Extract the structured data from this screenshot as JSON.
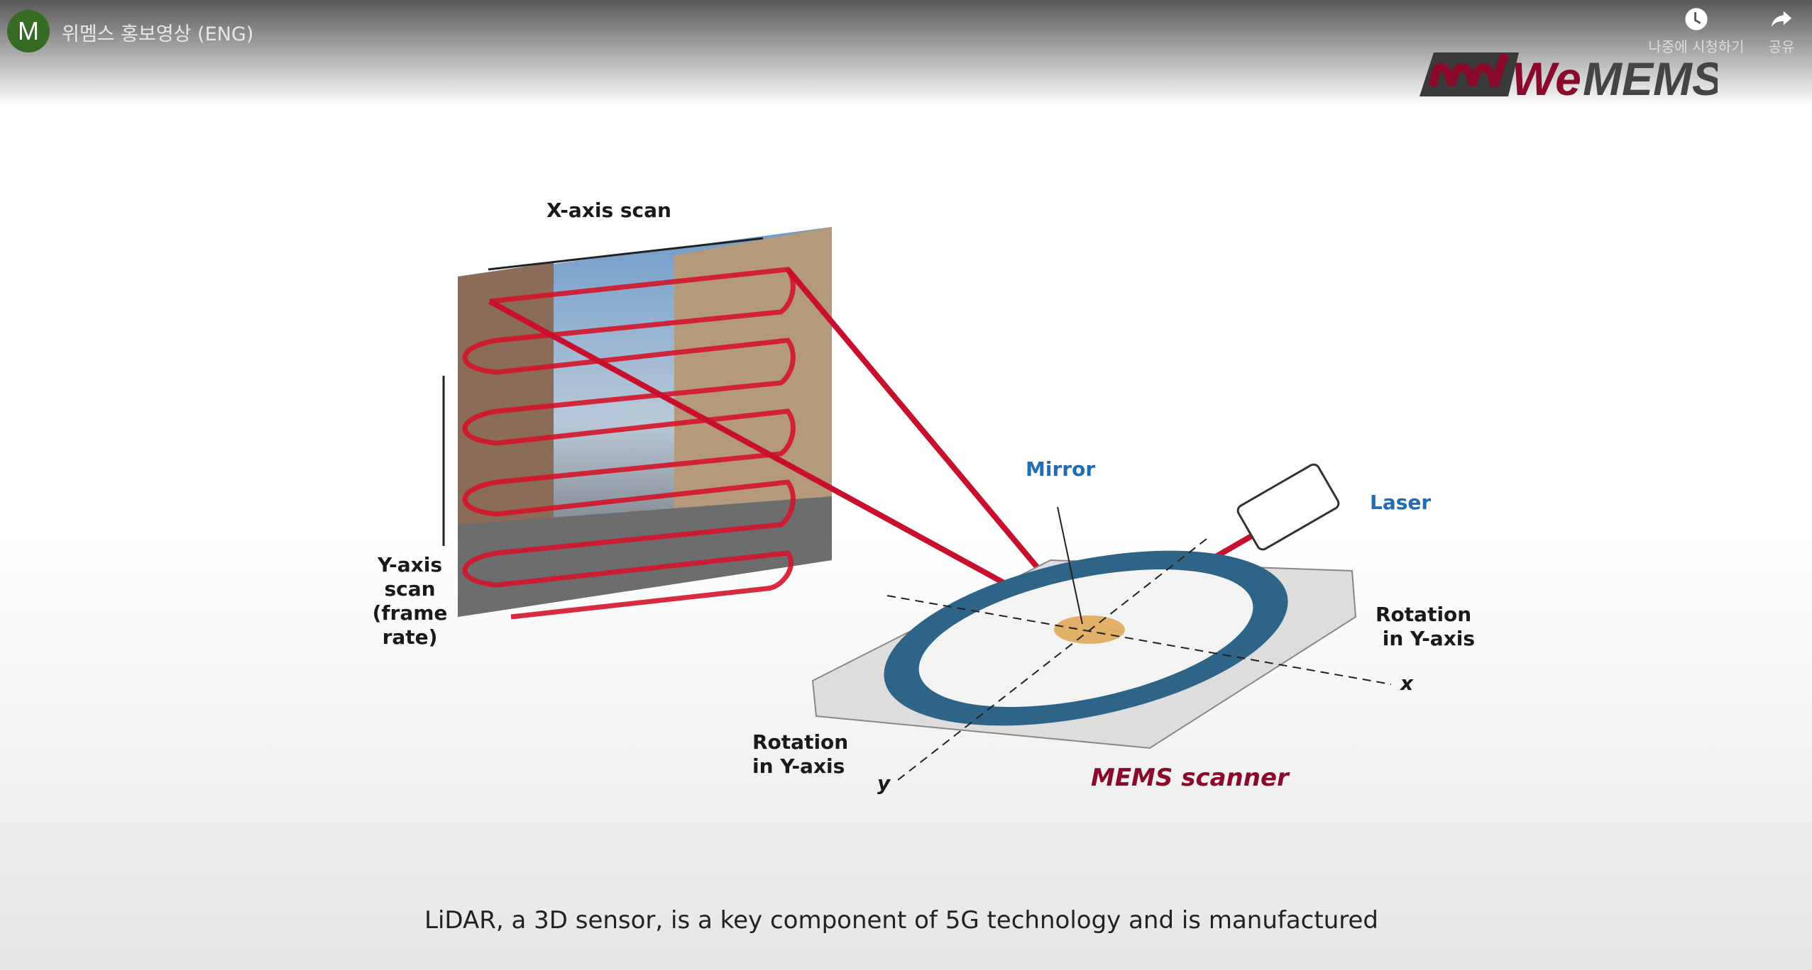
{
  "channel": {
    "avatar_letter": "M",
    "avatar_color": "#356b22"
  },
  "video": {
    "title": "위멤스 홍보영상 (ENG)"
  },
  "actions": {
    "watch_later": {
      "label": "나중에 시청하기",
      "icon": "clock-icon"
    },
    "share": {
      "label": "공유",
      "icon": "share-icon"
    }
  },
  "logo": {
    "text_we": "We",
    "text_mems": "MEMS",
    "brand_color": "#8b0a2a"
  },
  "diagram": {
    "x_scan": "X-axis scan",
    "y_scan_1": "Y-axis scan",
    "y_scan_2": "(frame rate)",
    "mirror": "Mirror",
    "laser": "Laser",
    "rot_right_1": "Rotation",
    "rot_right_2": "in Y-axis",
    "rot_left_1": "Rotation",
    "rot_left_2": "in Y-axis",
    "axis_x": "x",
    "axis_y": "y",
    "mems": "MEMS scanner",
    "beam_color": "#d4142a",
    "frame_color": "#2e6487"
  },
  "caption": "LiDAR, a 3D sensor, is a key component of 5G technology and is manufactured"
}
